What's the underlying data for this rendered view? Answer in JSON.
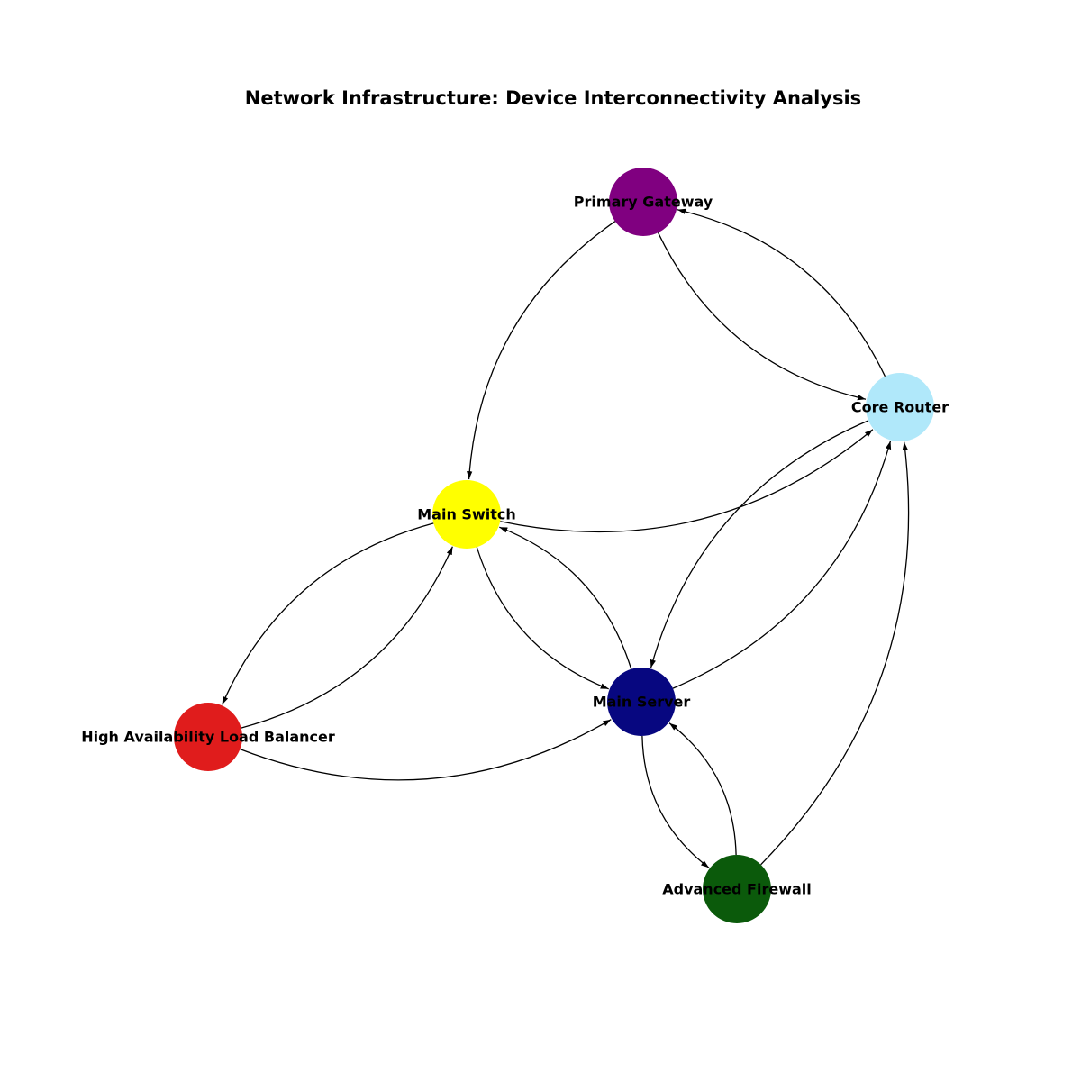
{
  "title": "Network Infrastructure: Device Interconnectivity Analysis",
  "nodes": [
    {
      "id": "gateway",
      "label": "Primary Gateway",
      "color": "#800080"
    },
    {
      "id": "router",
      "label": "Core Router",
      "color": "#b0e8fa"
    },
    {
      "id": "switch",
      "label": "Main Switch",
      "color": "#ffff00"
    },
    {
      "id": "server",
      "label": "Main Server",
      "color": "#070780"
    },
    {
      "id": "balancer",
      "label": "High Availability Load Balancer",
      "color": "#e01c1c"
    },
    {
      "id": "firewall",
      "label": "Advanced Firewall",
      "color": "#0b5a0b"
    }
  ],
  "edges": [
    {
      "from": "gateway",
      "to": "switch"
    },
    {
      "from": "gateway",
      "to": "router"
    },
    {
      "from": "router",
      "to": "gateway"
    },
    {
      "from": "switch",
      "to": "router"
    },
    {
      "from": "router",
      "to": "server"
    },
    {
      "from": "server",
      "to": "router"
    },
    {
      "from": "switch",
      "to": "balancer"
    },
    {
      "from": "balancer",
      "to": "switch"
    },
    {
      "from": "switch",
      "to": "server"
    },
    {
      "from": "server",
      "to": "switch"
    },
    {
      "from": "balancer",
      "to": "server"
    },
    {
      "from": "server",
      "to": "firewall"
    },
    {
      "from": "firewall",
      "to": "server"
    },
    {
      "from": "firewall",
      "to": "router"
    }
  ]
}
